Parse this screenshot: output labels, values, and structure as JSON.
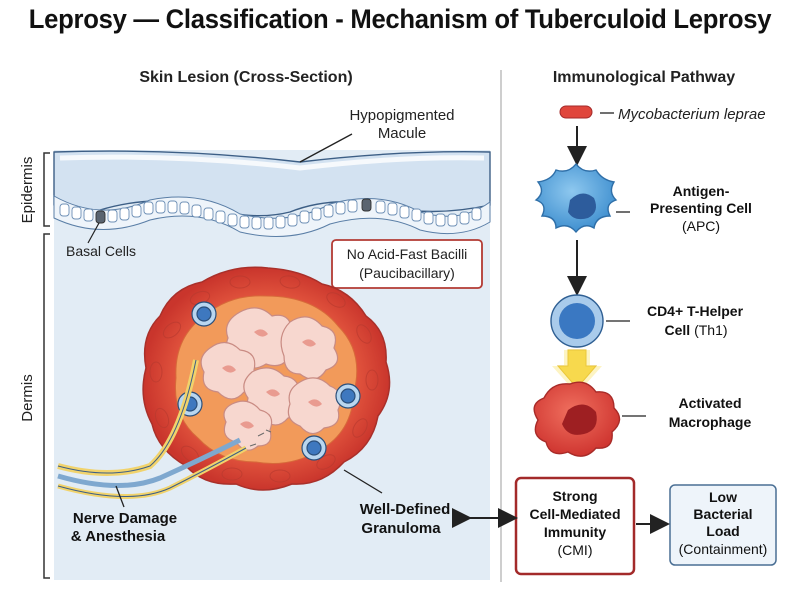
{
  "title": "Leprosy — Classification - Mechanism of Tuberculoid Leprosy",
  "left_panel": {
    "heading": "Skin Lesion (Cross-Section)",
    "macule_label": [
      "Hypopigmented",
      "Macule"
    ],
    "epidermis_label": "Epidermis",
    "dermis_label": "Dermis",
    "basal_label": "Basal Cells",
    "afb_label": [
      "No Acid-Fast Bacilli",
      "(Paucibacillary)"
    ],
    "nerve_label": [
      "Nerve Damage",
      "& Anesthesia"
    ],
    "granuloma_label": [
      "Well-Defined",
      "Granuloma"
    ]
  },
  "right_panel": {
    "heading": "Immunological Pathway",
    "mycobacterium_label": "Mycobacterium leprae",
    "apc_label": [
      "Antigen-",
      "Presenting Cell",
      "(APC)"
    ],
    "th1_label": [
      "CD4+ T-Helper",
      "Cell",
      "(Th1)"
    ],
    "macrophage_label": [
      "Activated",
      "Macrophage"
    ],
    "cmi_label": [
      "Strong",
      "Cell-Mediated",
      "Immunity",
      "(CMI)"
    ],
    "load_label": [
      "Low",
      "Bacterial",
      "Load",
      "(Containment)"
    ]
  },
  "colors": {
    "skin_bg": "#e4edf6",
    "epidermis_top": "#cfe0f2",
    "granuloma_outer": "#d9463a",
    "granuloma_mid": "#f08a4b",
    "apc_blue": "#5fa8dd",
    "tcell_blue": "#3a78c2",
    "macrophage_red": "#e0463c",
    "cmi_border": "#a32a2a",
    "load_border": "#4a6f94"
  }
}
